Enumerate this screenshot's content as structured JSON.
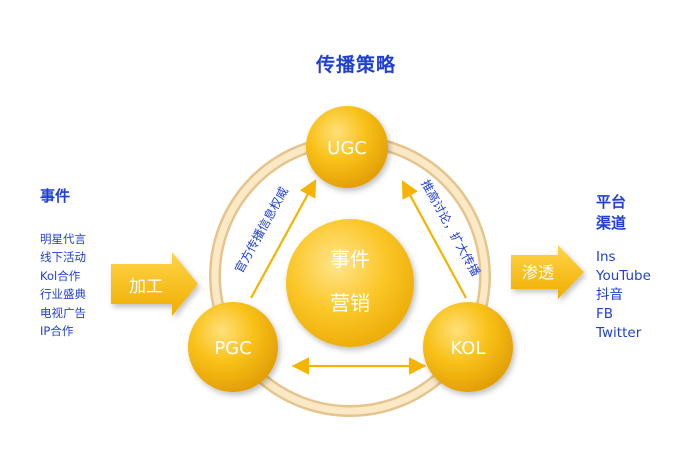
{
  "title": "传播策略",
  "left": {
    "heading": "事件",
    "items": [
      "明星代言",
      "线下活动",
      "Kol合作",
      "行业盛典",
      "电视广告",
      "IP合作"
    ]
  },
  "right": {
    "heading_line1": "平台",
    "heading_line2": "渠道",
    "items": [
      "Ins",
      "YouTube",
      "抖音",
      "FB",
      "Twitter"
    ]
  },
  "arrows": {
    "left_label": "加工",
    "right_label": "渗透"
  },
  "center": {
    "line1": "事件",
    "line2": "营销"
  },
  "nodes": {
    "top": "UGC",
    "left": "PGC",
    "right": "KOL"
  },
  "edges": {
    "left_label": "官方传播信息权威",
    "right_label": "推高讨论，扩大传播"
  },
  "colors": {
    "accent_text": "#1f3fd6",
    "node_fill": "#f5b400",
    "ring": "#f2d9a6",
    "arrow_fill": "#f7c20c",
    "arrow_dark": "#e3a100"
  }
}
